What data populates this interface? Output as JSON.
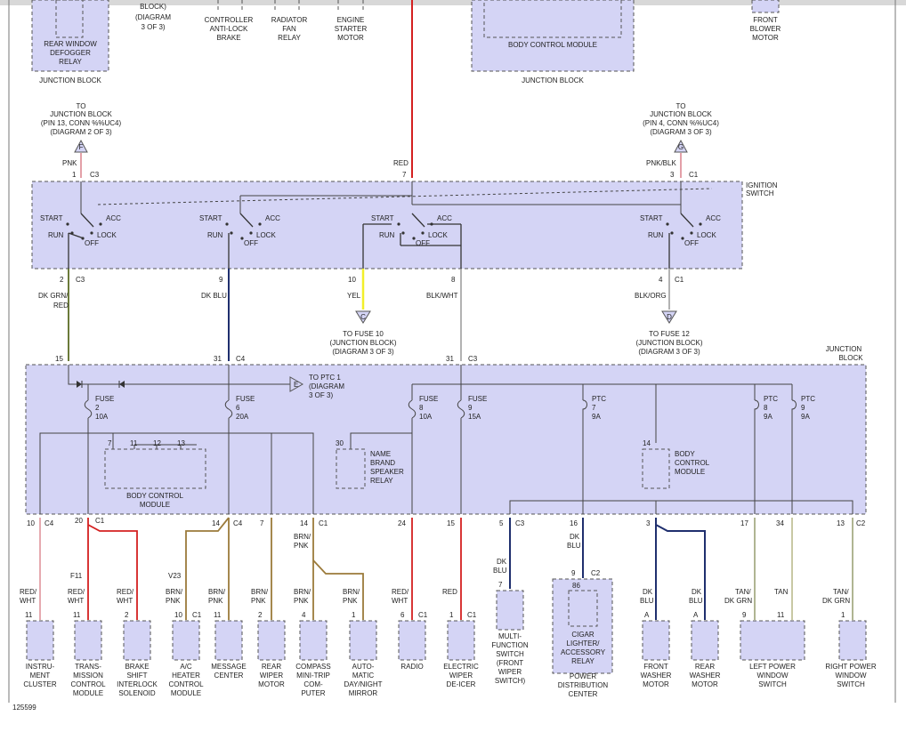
{
  "colors": {
    "component_fill": "#d4d4f5",
    "outline": "#555555",
    "red": "#d42020",
    "pnk": "#e3a0a8",
    "dk_grn_red": "#6b7a3a",
    "dk_blu": "#1f2f6e",
    "yel": "#f2ef2a",
    "blk_wht": "#999999",
    "brn_pnk": "#9b7a3a",
    "tan": "#c2c29a",
    "tan_dk_grn": "#a7ad86"
  },
  "top": {
    "rear_window_defogger_relay": "REAR WINDOW DEFOGGER RELAY",
    "junction_block_left": "JUNCTION BLOCK",
    "diagram_ref": "BLOCK) (DIAGRAM 3 OF 3)",
    "controller_antilock": "CONTROLLER ANTI-LOCK BRAKE",
    "radiator_fan_relay": "RADIATOR FAN RELAY",
    "engine_starter_motor": "ENGINE STARTER MOTOR",
    "body_control_module": "BODY CONTROL MODULE",
    "junction_block_mid": "JUNCTION BLOCK",
    "front_blower_motor": "FRONT BLOWER MOTOR"
  },
  "connectors_top": {
    "f_to": "TO",
    "f_l1": "JUNCTION BLOCK",
    "f_l2": "(PIN 13, CONN %%UC4)",
    "f_l3": "(DIAGRAM 2 OF 3)",
    "f_letter": "F",
    "g_to": "TO",
    "g_l1": "JUNCTION BLOCK",
    "g_l2": "(PIN 4, CONN %%UC4)",
    "g_l3": "(DIAGRAM 3 OF 3)",
    "g_letter": "G"
  },
  "ignition": {
    "title1": "IGNITION",
    "title2": "SWITCH",
    "start": "START",
    "acc": "ACC",
    "run": "RUN",
    "lock": "LOCK",
    "off": "OFF"
  },
  "wires_upper": {
    "pnk": "PNK",
    "pin1": "1",
    "c3a": "C3",
    "red": "RED",
    "pin7": "7",
    "pnkblk": "PNK/BLK",
    "pin3": "3",
    "c1a": "C1",
    "pin2": "2",
    "c3b": "C3",
    "dkgrn1": "DK GRN/",
    "dkgrn2": "RED",
    "pin9": "9",
    "dkblu": "DK BLU",
    "pin10": "10",
    "yel": "YEL",
    "pin8": "8",
    "blkwht": "BLK/WHT",
    "pin4": "4",
    "c1b": "C1",
    "blkorg": "BLK/ORG"
  },
  "fuse_refs": {
    "c_letter": "C",
    "c_l1": "TO FUSE 10",
    "c_l2": "(JUNCTION BLOCK)",
    "c_l3": "(DIAGRAM 3 OF 3)",
    "d_letter": "D",
    "d_l1": "TO FUSE 12",
    "d_l2": "(JUNCTION BLOCK)",
    "d_l3": "(DIAGRAM 3 OF 3)"
  },
  "jb": {
    "title1": "JUNCTION",
    "title2": "BLOCK",
    "p15": "15",
    "p31a": "31",
    "c4": "C4",
    "p31b": "31",
    "c3": "C3",
    "e_letter": "E",
    "ptc_ref1": "TO PTC 1",
    "ptc_ref2": "(DIAGRAM",
    "ptc_ref3": "3 OF 3)",
    "fuse2": "FUSE",
    "fuse2b": "2",
    "fuse2c": "10A",
    "fuse6": "FUSE",
    "fuse6b": "6",
    "fuse6c": "20A",
    "fuse8": "FUSE",
    "fuse8b": "8",
    "fuse8c": "10A",
    "fuse9": "FUSE",
    "fuse9b": "9",
    "fuse9c": "15A",
    "ptc7": "PTC",
    "ptc7b": "7",
    "ptc7c": "9A",
    "ptc8": "PTC",
    "ptc8b": "8",
    "ptc8c": "9A",
    "ptc9": "PTC",
    "ptc9b": "9",
    "ptc9c": "9A",
    "bcm_p7": "7",
    "bcm_p11": "11",
    "bcm_p12": "12",
    "bcm_p13": "13",
    "bcm1": "BODY CONTROL",
    "bcm2": "MODULE",
    "nb_p": "30",
    "nb1": "NAME",
    "nb2": "BRAND",
    "nb3": "SPEAKER",
    "nb4": "RELAY",
    "bcm_r_p": "14",
    "bcmr1": "BODY",
    "bcmr2": "CONTROL",
    "bcmr3": "MODULE"
  },
  "bottom_pins": {
    "p10": "10",
    "c4a": "C4",
    "p20": "20",
    "c1a": "C1",
    "p14a": "14",
    "c4b": "C4",
    "p7": "7",
    "p14b": "14",
    "c1b": "C1",
    "p24": "24",
    "p15": "15",
    "p5": "5",
    "c3": "C3",
    "p16": "16",
    "p3": "3",
    "p17": "17",
    "p34": "34",
    "p13": "13",
    "c2": "C2"
  },
  "wires_lower": {
    "w1a": "RED/",
    "w1b": "WHT",
    "f11": "F11",
    "w2a": "RED/",
    "w2b": "WHT",
    "w3a": "RED/",
    "w3b": "WHT",
    "v23": "V23",
    "w4a": "BRN/",
    "w4b": "PNK",
    "w5a": "BRN/",
    "w5b": "PNK",
    "w6a": "BRN/",
    "w6b": "PNK",
    "bp1": "BRN/",
    "bp2": "PNK",
    "w7a": "BRN/",
    "w7b": "PNK",
    "w8a": "BRN/",
    "w8b": "PNK",
    "w9a": "RED/",
    "w9b": "WHT",
    "w10": "RED",
    "w11a": "DK",
    "w11b": "BLU",
    "w12a": "DK",
    "w12b": "BLU",
    "w13a": "DK",
    "w13b": "BLU",
    "w14a": "DK",
    "w14b": "BLU",
    "w15a": "TAN/",
    "w15b": "DK GRN",
    "w16": "TAN",
    "w17a": "TAN/",
    "w17b": "DK GRN"
  },
  "components": {
    "c1_pin": "11",
    "c1_l1": "INSTRU-",
    "c1_l2": "MENT",
    "c1_l3": "CLUSTER",
    "c2_pin": "11",
    "c2_l1": "TRANS-",
    "c2_l2": "MISSION",
    "c2_l3": "CONTROL",
    "c2_l4": "MODULE",
    "c3_pin": "2",
    "c3_l1": "BRAKE",
    "c3_l2": "SHIFT",
    "c3_l3": "INTERLOCK",
    "c3_l4": "SOLENOID",
    "c4_pin": "10",
    "c4_conn": "C1",
    "c4_l1": "A/C",
    "c4_l2": "HEATER",
    "c4_l3": "CONTROL",
    "c4_l4": "MODULE",
    "c5_pin": "11",
    "c5_l1": "MESSAGE",
    "c5_l2": "CENTER",
    "c6_pin": "2",
    "c6_l1": "REAR",
    "c6_l2": "WIPER",
    "c6_l3": "MOTOR",
    "c7_pin": "4",
    "c7_l1": "COMPASS",
    "c7_l2": "MINI-TRIP",
    "c7_l3": "COM-",
    "c7_l4": "PUTER",
    "c8_pin": "1",
    "c8_l1": "AUTO-",
    "c8_l2": "MATIC",
    "c8_l3": "DAY/NIGHT",
    "c8_l4": "MIRROR",
    "c9_pin": "6",
    "c9_conn": "C1",
    "c9_l1": "RADIO",
    "c10_pin": "1",
    "c10_conn": "C1",
    "c10_l1": "ELECTRIC",
    "c10_l2": "WIPER",
    "c10_l3": "DE-ICER",
    "c11_pin": "7",
    "c11_l1": "MULTI-",
    "c11_l2": "FUNCTION",
    "c11_l3": "SWITCH",
    "c11_l4": "(FRONT",
    "c11_l5": "WIPER",
    "c11_l6": "SWITCH)",
    "c12_pin": "9",
    "c12_conn": "C2",
    "c12_p86": "86",
    "c12_l1": "CIGAR",
    "c12_l2": "LIGHTER/",
    "c12_l3": "ACCESSORY",
    "c12_l4": "RELAY",
    "c12_l5": "POWER",
    "c12_l6": "DISTRIBUTION",
    "c12_l7": "CENTER",
    "c13_pin": "A",
    "c13_l1": "FRONT",
    "c13_l2": "WASHER",
    "c13_l3": "MOTOR",
    "c14_pin": "A",
    "c14_l1": "REAR",
    "c14_l2": "WASHER",
    "c14_l3": "MOTOR",
    "c15_pin9": "9",
    "c15_pin11": "11",
    "c15_l1": "LEFT POWER",
    "c15_l2": "WINDOW",
    "c15_l3": "SWITCH",
    "c16_pin": "1",
    "c16_l1": "RIGHT POWER",
    "c16_l2": "WINDOW",
    "c16_l3": "SWITCH"
  },
  "footer": {
    "code": "125599"
  }
}
